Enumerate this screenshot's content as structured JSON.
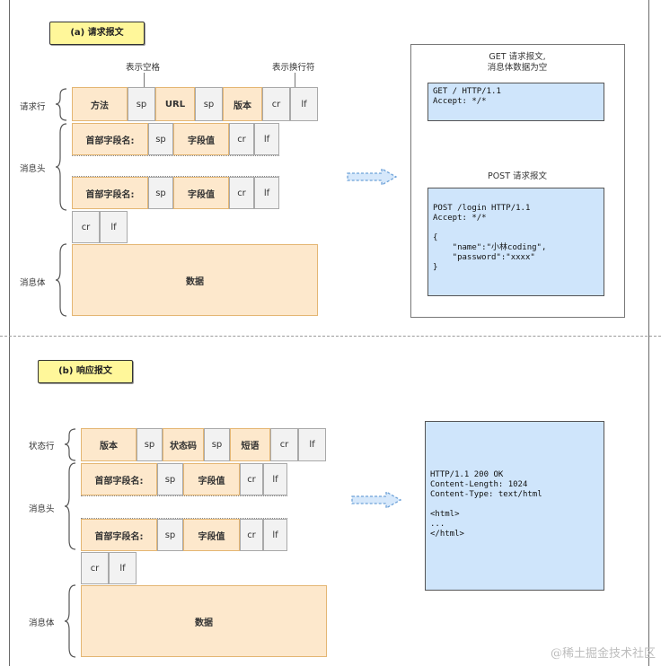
{
  "request": {
    "title": "(a) 请求报文",
    "ann_space": "表示空格",
    "ann_newline": "表示换行符",
    "label_line": "请求行",
    "label_header": "消息头",
    "label_body": "消息体",
    "line": [
      "方法",
      "sp",
      "URL",
      "sp",
      "版本",
      "cr",
      "lf"
    ],
    "header": [
      "首部字段名:",
      "sp",
      "字段值",
      "cr",
      "lf"
    ],
    "end": [
      "cr",
      "lf"
    ],
    "body": "数据",
    "get_title_1": "GET 请求报文,",
    "get_title_2": "消息体数据为空",
    "get_code": "GET / HTTP/1.1\nAccept: */*",
    "post_title": "POST 请求报文",
    "post_code": "POST /login HTTP/1.1\nAccept: */*\n\n{\n    \"name\":\"小林coding\",\n    \"password\":\"xxxx\"\n}"
  },
  "response": {
    "title": "(b) 响应报文",
    "label_line": "状态行",
    "label_header": "消息头",
    "label_body": "消息体",
    "line": [
      "版本",
      "sp",
      "状态码",
      "sp",
      "短语",
      "cr",
      "lf"
    ],
    "header": [
      "首部字段名:",
      "sp",
      "字段值",
      "cr",
      "lf"
    ],
    "end": [
      "cr",
      "lf"
    ],
    "body": "数据",
    "code": "HTTP/1.1 200 OK\nContent-Length: 1024\nContent-Type: text/html\n\n<html>\n...\n</html>"
  },
  "watermark": "@稀土掘金技术社区"
}
